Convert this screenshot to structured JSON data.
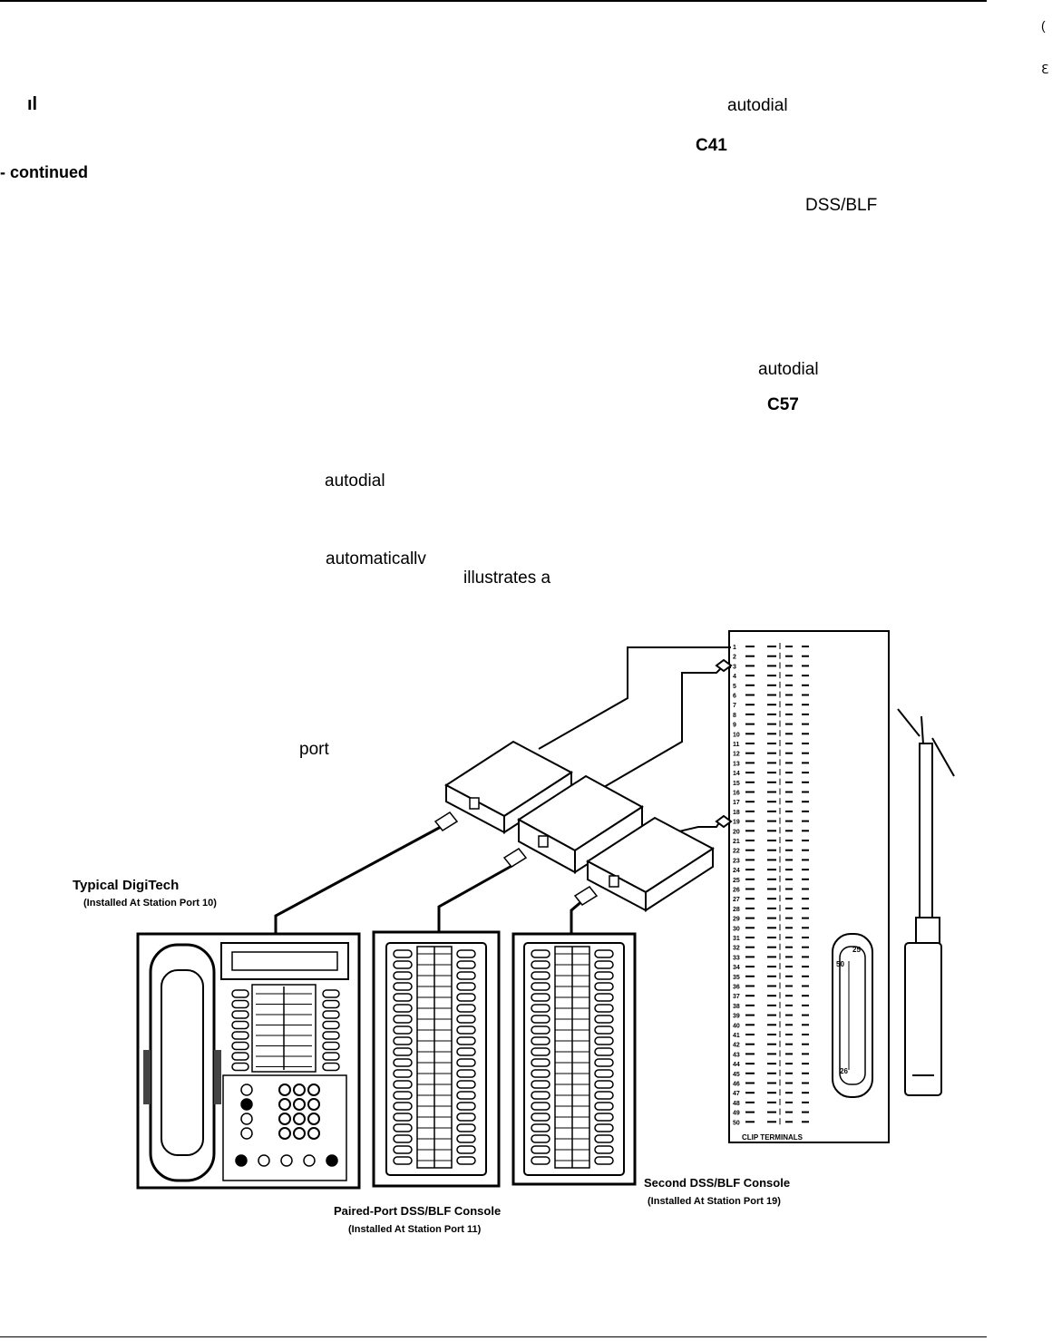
{
  "page": {
    "header_fragment": "ıl",
    "continued": "- continued",
    "margin_marks": [
      "(",
      "ℇ"
    ],
    "words": {
      "autodial_1": "autodial",
      "c41": "C41",
      "dss_blf": "DSS/BLF",
      "autodial_2": "autodial",
      "c57": "C57",
      "autodial_3": "autodial",
      "automatically": "automaticallv",
      "illustrates": "illustrates a",
      "port": "port"
    }
  },
  "figure": {
    "labels": {
      "typical_1": "Typical",
      "typical_2": "DigiTech",
      "typical_sub": "(Installed At Station Port 10)",
      "paired_title": "Paired-Port DSS/BLF Console",
      "paired_sub": "(Installed At Station Port 11)",
      "second_title": "Second DSS/BLF Console",
      "second_sub": "(Installed At Station Port 19)",
      "clip_terminals": "CLIP TERMINALS",
      "connector_top": "25",
      "connector_left": "50",
      "connector_bottom": "26"
    },
    "terminal_numbers": [
      "1",
      "2",
      "3",
      "4",
      "5",
      "6",
      "7",
      "8",
      "9",
      "10",
      "11",
      "12",
      "13",
      "14",
      "15",
      "16",
      "17",
      "18",
      "19",
      "20",
      "21",
      "22",
      "23",
      "24",
      "25",
      "26",
      "27",
      "28",
      "29",
      "30",
      "31",
      "32",
      "33",
      "34",
      "35",
      "36",
      "37",
      "38",
      "39",
      "40",
      "41",
      "42",
      "43",
      "44",
      "45",
      "46",
      "47",
      "48",
      "49",
      "50"
    ]
  }
}
